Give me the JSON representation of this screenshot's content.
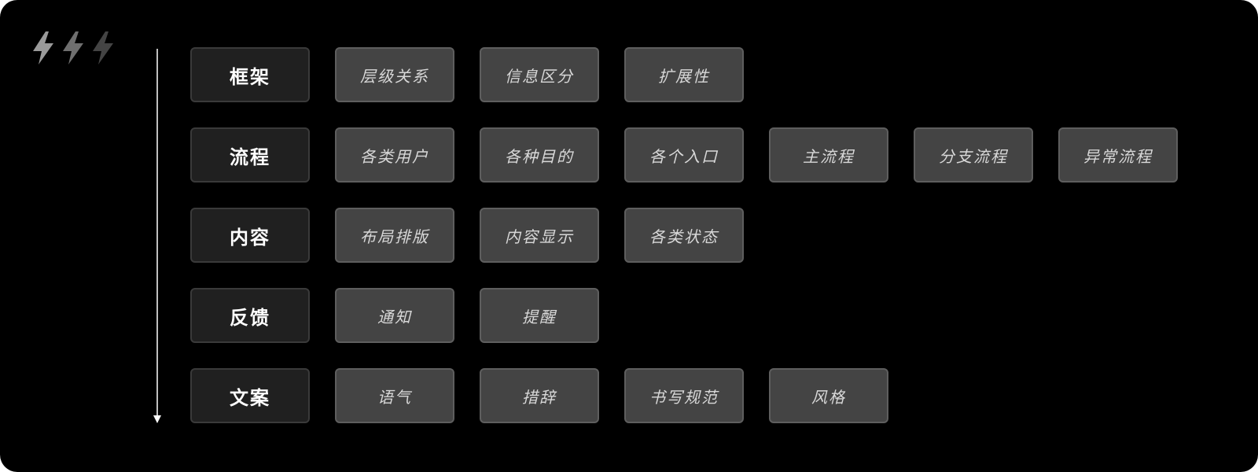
{
  "icons": [
    "lightning-bolt-icon",
    "lightning-bolt-icon",
    "lightning-bolt-icon"
  ],
  "colors": {
    "background": "#000000",
    "category_fill": "#202020",
    "category_border": "#3a3a3a",
    "item_fill": "#444444",
    "item_border": "#5e5e5e",
    "category_text": "#ffffff",
    "item_text": "#d8d8d8",
    "arrow": "#ffffff",
    "bolt_bright": "#9a9a9a",
    "bolt_mid": "#6f6f6f",
    "bolt_dim": "#444444"
  },
  "rows": [
    {
      "category": "框架",
      "items": [
        "层级关系",
        "信息区分",
        "扩展性"
      ]
    },
    {
      "category": "流程",
      "items": [
        "各类用户",
        "各种目的",
        "各个入口",
        "主流程",
        "分支流程",
        "异常流程"
      ]
    },
    {
      "category": "内容",
      "items": [
        "布局排版",
        "内容显示",
        "各类状态"
      ]
    },
    {
      "category": "反馈",
      "items": [
        "通知",
        "提醒"
      ]
    },
    {
      "category": "文案",
      "items": [
        "语气",
        "措辞",
        "书写规范",
        "风格"
      ]
    }
  ]
}
